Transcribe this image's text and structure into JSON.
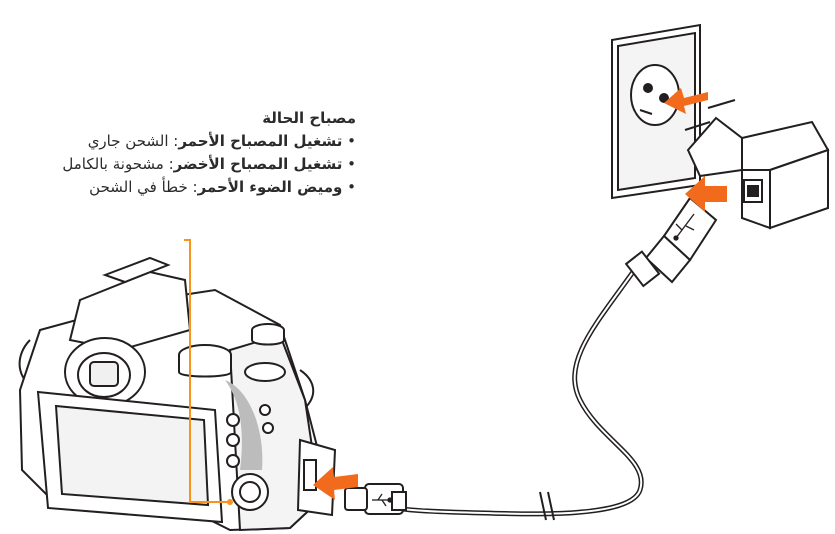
{
  "legend": {
    "title": "مصباح الحالة",
    "items": [
      {
        "bullet": "•",
        "label": "تشغيل المصباح الأحمر",
        "sep": ":",
        "desc": " الشحن جاري"
      },
      {
        "bullet": "•",
        "label": "تشغيل المصباح الأخضر",
        "sep": ":",
        "desc": " مشحونة بالكامل"
      },
      {
        "bullet": "•",
        "label": "وميض الضوء الأحمر",
        "sep": ":",
        "desc": " خطأ في الشحن"
      }
    ]
  },
  "colors": {
    "accent_arrow": "#f26b1d",
    "indicator_line": "#f7941d",
    "stroke": "#231f20"
  },
  "icons": [
    "camera-illustration",
    "wall-outlet-icon",
    "usb-charger-icon",
    "usb-cable-icon",
    "usb-symbol-icon",
    "orange-arrow-icon"
  ]
}
